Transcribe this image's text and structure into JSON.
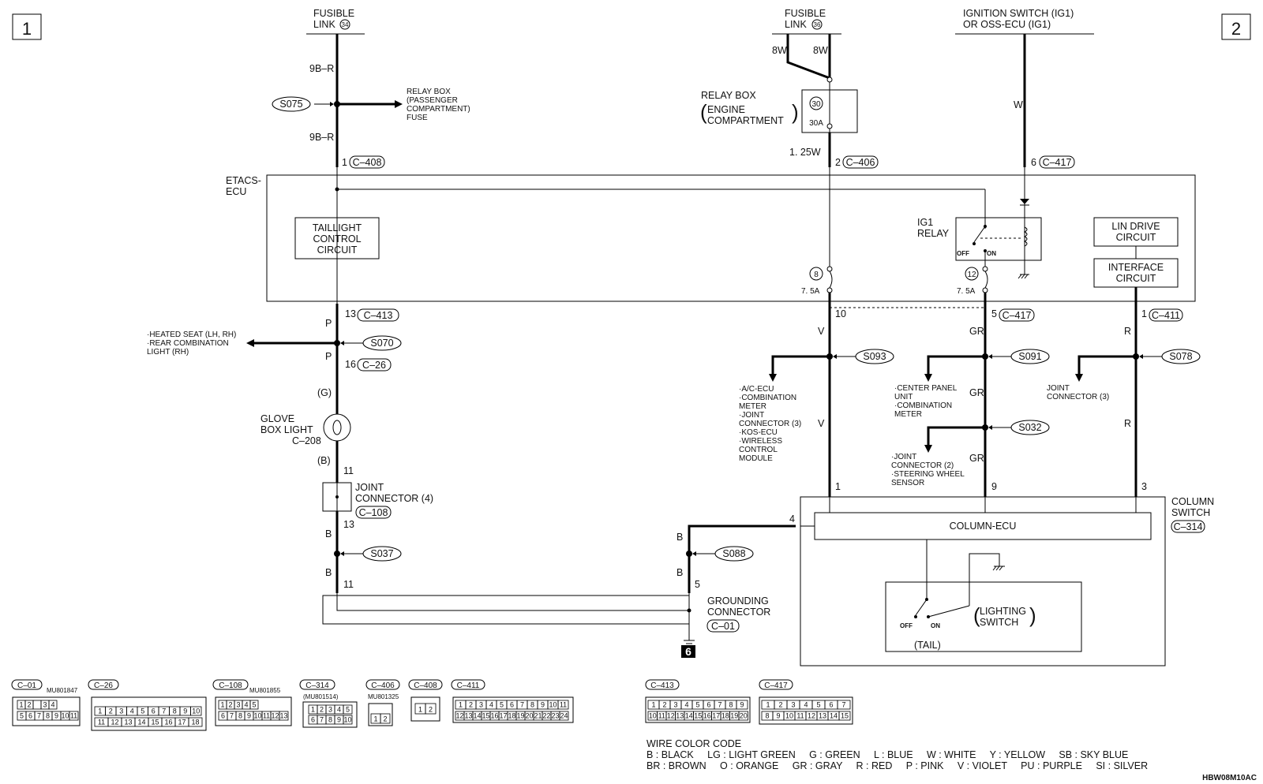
{
  "pages": [
    "1",
    "2"
  ],
  "sources": {
    "fl34": {
      "line1": "FUSIBLE",
      "line2": "LINK",
      "num": "34"
    },
    "fl36": {
      "line1": "FUSIBLE",
      "line2": "LINK",
      "num": "36"
    },
    "ign": {
      "line1": "IGNITION SWITCH (IG1)",
      "line2": "OR OSS-ECU (IG1)"
    }
  },
  "wires": {
    "w9br_a": "9B–R",
    "w9br_b": "9B–R",
    "w8w_a": "8W",
    "w8w_b": "8W",
    "w_ign": "W",
    "w125": "1. 25W",
    "p1": "P",
    "p2": "P",
    "g": "(G)",
    "bb": "(B)",
    "b1": "B",
    "b2": "B",
    "b3": "B",
    "b4": "B",
    "v1": "V",
    "v2": "V",
    "gr1": "GR",
    "gr2": "GR",
    "gr3": "GR",
    "r1": "R",
    "r2": "R"
  },
  "splices": {
    "s075": "S075",
    "s070": "S070",
    "s037": "S037",
    "s088": "S088",
    "s093": "S093",
    "s091": "S091",
    "s032": "S032",
    "s078": "S078"
  },
  "relay_box_passenger": [
    "RELAY BOX",
    "(PASSENGER",
    "COMPARTMENT)",
    "FUSE"
  ],
  "relay_box_engine": {
    "title": "RELAY BOX",
    "sub1": "ENGINE",
    "sub2": "COMPARTMENT",
    "fuse_num": "30",
    "fuse_amp": "30A"
  },
  "pins": {
    "c408": "C–408",
    "c408_pin": "1",
    "c406": "C–406",
    "c406_pin": "2",
    "c417a": "C–417",
    "c417a_pin": "6",
    "c413": "C–413",
    "c413_pin": "13",
    "c417b": "C–417",
    "c417b_pin": "5",
    "c411": "C–411",
    "c411_pin": "1",
    "p10": "10",
    "c26": "C–26",
    "c26_pin": "16",
    "p11a": "11",
    "p13": "13",
    "p11b": "11",
    "p5": "5",
    "p1": "1",
    "p9": "9",
    "p3": "3",
    "p4": "4",
    "c108": "C–108",
    "c314": "C–314",
    "c01": "C–01"
  },
  "etacs": {
    "label1": "ETACS-",
    "label2": "ECU",
    "taillight": [
      "TAILLIGHT",
      "CONTROL",
      "CIRCUIT"
    ],
    "ig1": [
      "IG1",
      "RELAY"
    ],
    "relay_off": "OFF",
    "relay_on": "ON",
    "lin": [
      "LIN DRIVE",
      "CIRCUIT"
    ],
    "interface": [
      "INTERFACE",
      "CIRCUIT"
    ],
    "fuse8": "8",
    "fuse8_amp": "7. 5A",
    "fuse12": "12",
    "fuse12_amp": "7. 5A"
  },
  "branches": {
    "s070_dest": [
      "·HEATED SEAT (LH, RH)",
      "·REAR COMBINATION",
      "  LIGHT (RH)"
    ],
    "s093_dest": [
      "·A/C-ECU",
      "·COMBINATION",
      "  METER",
      "·JOINT",
      "  CONNECTOR (3)",
      "·KOS-ECU",
      "·WIRELESS",
      "  CONTROL",
      "  MODULE"
    ],
    "s091_dest": [
      "·CENTER PANEL",
      "  UNIT",
      "·COMBINATION",
      "  METER"
    ],
    "s032_dest": [
      "·JOINT",
      "  CONNECTOR (2)",
      "·STEERING WHEEL",
      "  SENSOR"
    ],
    "s078_dest": [
      "JOINT",
      "CONNECTOR (3)"
    ]
  },
  "components": {
    "glove": [
      "GLOVE",
      "BOX LIGHT",
      "C–208"
    ],
    "joint": [
      "JOINT",
      "CONNECTOR (4)"
    ],
    "grounding": [
      "GROUNDING",
      "CONNECTOR"
    ],
    "ground_num": "6",
    "column": [
      "COLUMN",
      "SWITCH"
    ],
    "column_ecu": "COLUMN-ECU",
    "lighting": [
      "LIGHTING",
      "SWITCH"
    ],
    "lighting_off": "OFF",
    "lighting_on": "ON",
    "tail": "(TAIL)"
  },
  "connectors": [
    {
      "id": "C–01",
      "part": "MU801847"
    },
    {
      "id": "C–26",
      "part": ""
    },
    {
      "id": "C–108",
      "part": "MU801855"
    },
    {
      "id": "C–314",
      "part": "(MU801514)"
    },
    {
      "id": "C–406",
      "part": "MU801325"
    },
    {
      "id": "C–408",
      "part": ""
    },
    {
      "id": "C–411",
      "part": ""
    },
    {
      "id": "C–413",
      "part": ""
    },
    {
      "id": "C–417",
      "part": ""
    }
  ],
  "connector_pins": {
    "c01_top": [
      "1",
      "2",
      "",
      "3",
      "4"
    ],
    "c01_bot": [
      "5",
      "6",
      "7",
      "8",
      "9",
      "10",
      "11"
    ],
    "c26_top": [
      "1",
      "2",
      "3",
      "4",
      "5",
      "6",
      "7",
      "8",
      "9",
      "10"
    ],
    "c26_bot": [
      "11",
      "12",
      "13",
      "14",
      "15",
      "16",
      "17",
      "18"
    ],
    "c108_top": [
      "1",
      "2",
      "3",
      "4",
      "5"
    ],
    "c108_bot": [
      "6",
      "7",
      "8",
      "9",
      "10",
      "11",
      "12",
      "13"
    ],
    "c314_top": [
      "1",
      "2",
      "3",
      "4",
      "5"
    ],
    "c314_bot": [
      "6",
      "7",
      "8",
      "9",
      "10"
    ],
    "c406": [
      "1",
      "2"
    ],
    "c408": [
      "1",
      "2"
    ],
    "c411_top": [
      "1",
      "2",
      "3",
      "4",
      "5",
      "6",
      "7",
      "8",
      "9",
      "10",
      "11"
    ],
    "c411_bot": [
      "12",
      "13",
      "14",
      "15",
      "16",
      "17",
      "18",
      "19",
      "20",
      "21",
      "22",
      "23",
      "24"
    ],
    "c413_top": [
      "1",
      "2",
      "3",
      "4",
      "5",
      "6",
      "7",
      "8",
      "9"
    ],
    "c413_bot": [
      "10",
      "11",
      "12",
      "13",
      "14",
      "15",
      "16",
      "17",
      "18",
      "19",
      "20"
    ],
    "c417_top": [
      "1",
      "2",
      "3",
      "4",
      "5",
      "6",
      "7"
    ],
    "c417_bot": [
      "8",
      "9",
      "10",
      "11",
      "12",
      "13",
      "14",
      "15"
    ]
  },
  "legend": {
    "title": "WIRE COLOR CODE",
    "row1": "B : BLACK     LG : LIGHT GREEN     G : GREEN     L : BLUE     W : WHITE     Y : YELLOW     SB : SKY BLUE",
    "row2": "BR : BROWN     O : ORANGE     GR : GRAY     R : RED     P : PINK     V : VIOLET     PU : PURPLE     SI : SILVER"
  },
  "figure_code": "HBW08M10AC"
}
